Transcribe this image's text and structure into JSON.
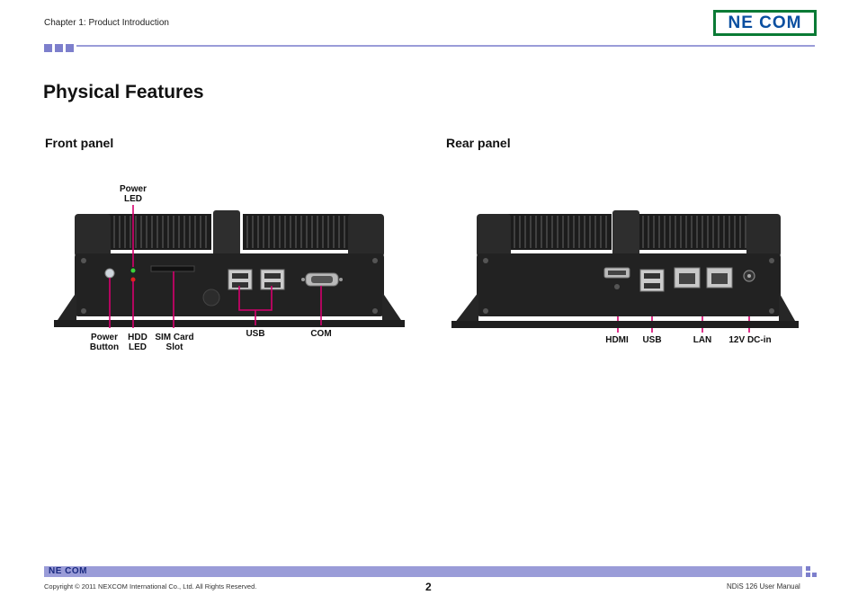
{
  "header": {
    "chapter": "Chapter 1: Product Introduction",
    "logo_text": "NE COM"
  },
  "page": {
    "title": "Physical Features"
  },
  "front_panel": {
    "heading": "Front panel",
    "labels": {
      "power_led": "Power LED",
      "power_button": "Power Button",
      "hdd_led": "HDD LED",
      "sim_card_slot": "SIM Card Slot",
      "usb": "USB",
      "com": "COM"
    }
  },
  "rear_panel": {
    "heading": "Rear panel",
    "labels": {
      "hdmi": "HDMI",
      "usb": "USB",
      "lan": "LAN",
      "dc_in": "12V DC-in"
    }
  },
  "footer": {
    "logo_text": "NE COM",
    "copyright": "Copyright © 2011 NEXCOM International Co., Ltd. All Rights Reserved.",
    "page_number": "2",
    "manual": "NDiS 126 User Manual"
  },
  "colors": {
    "accent": "#9a9cd8",
    "callout": "#d6006e",
    "logo_green": "#0a7a35",
    "logo_blue": "#0a4fa0"
  }
}
